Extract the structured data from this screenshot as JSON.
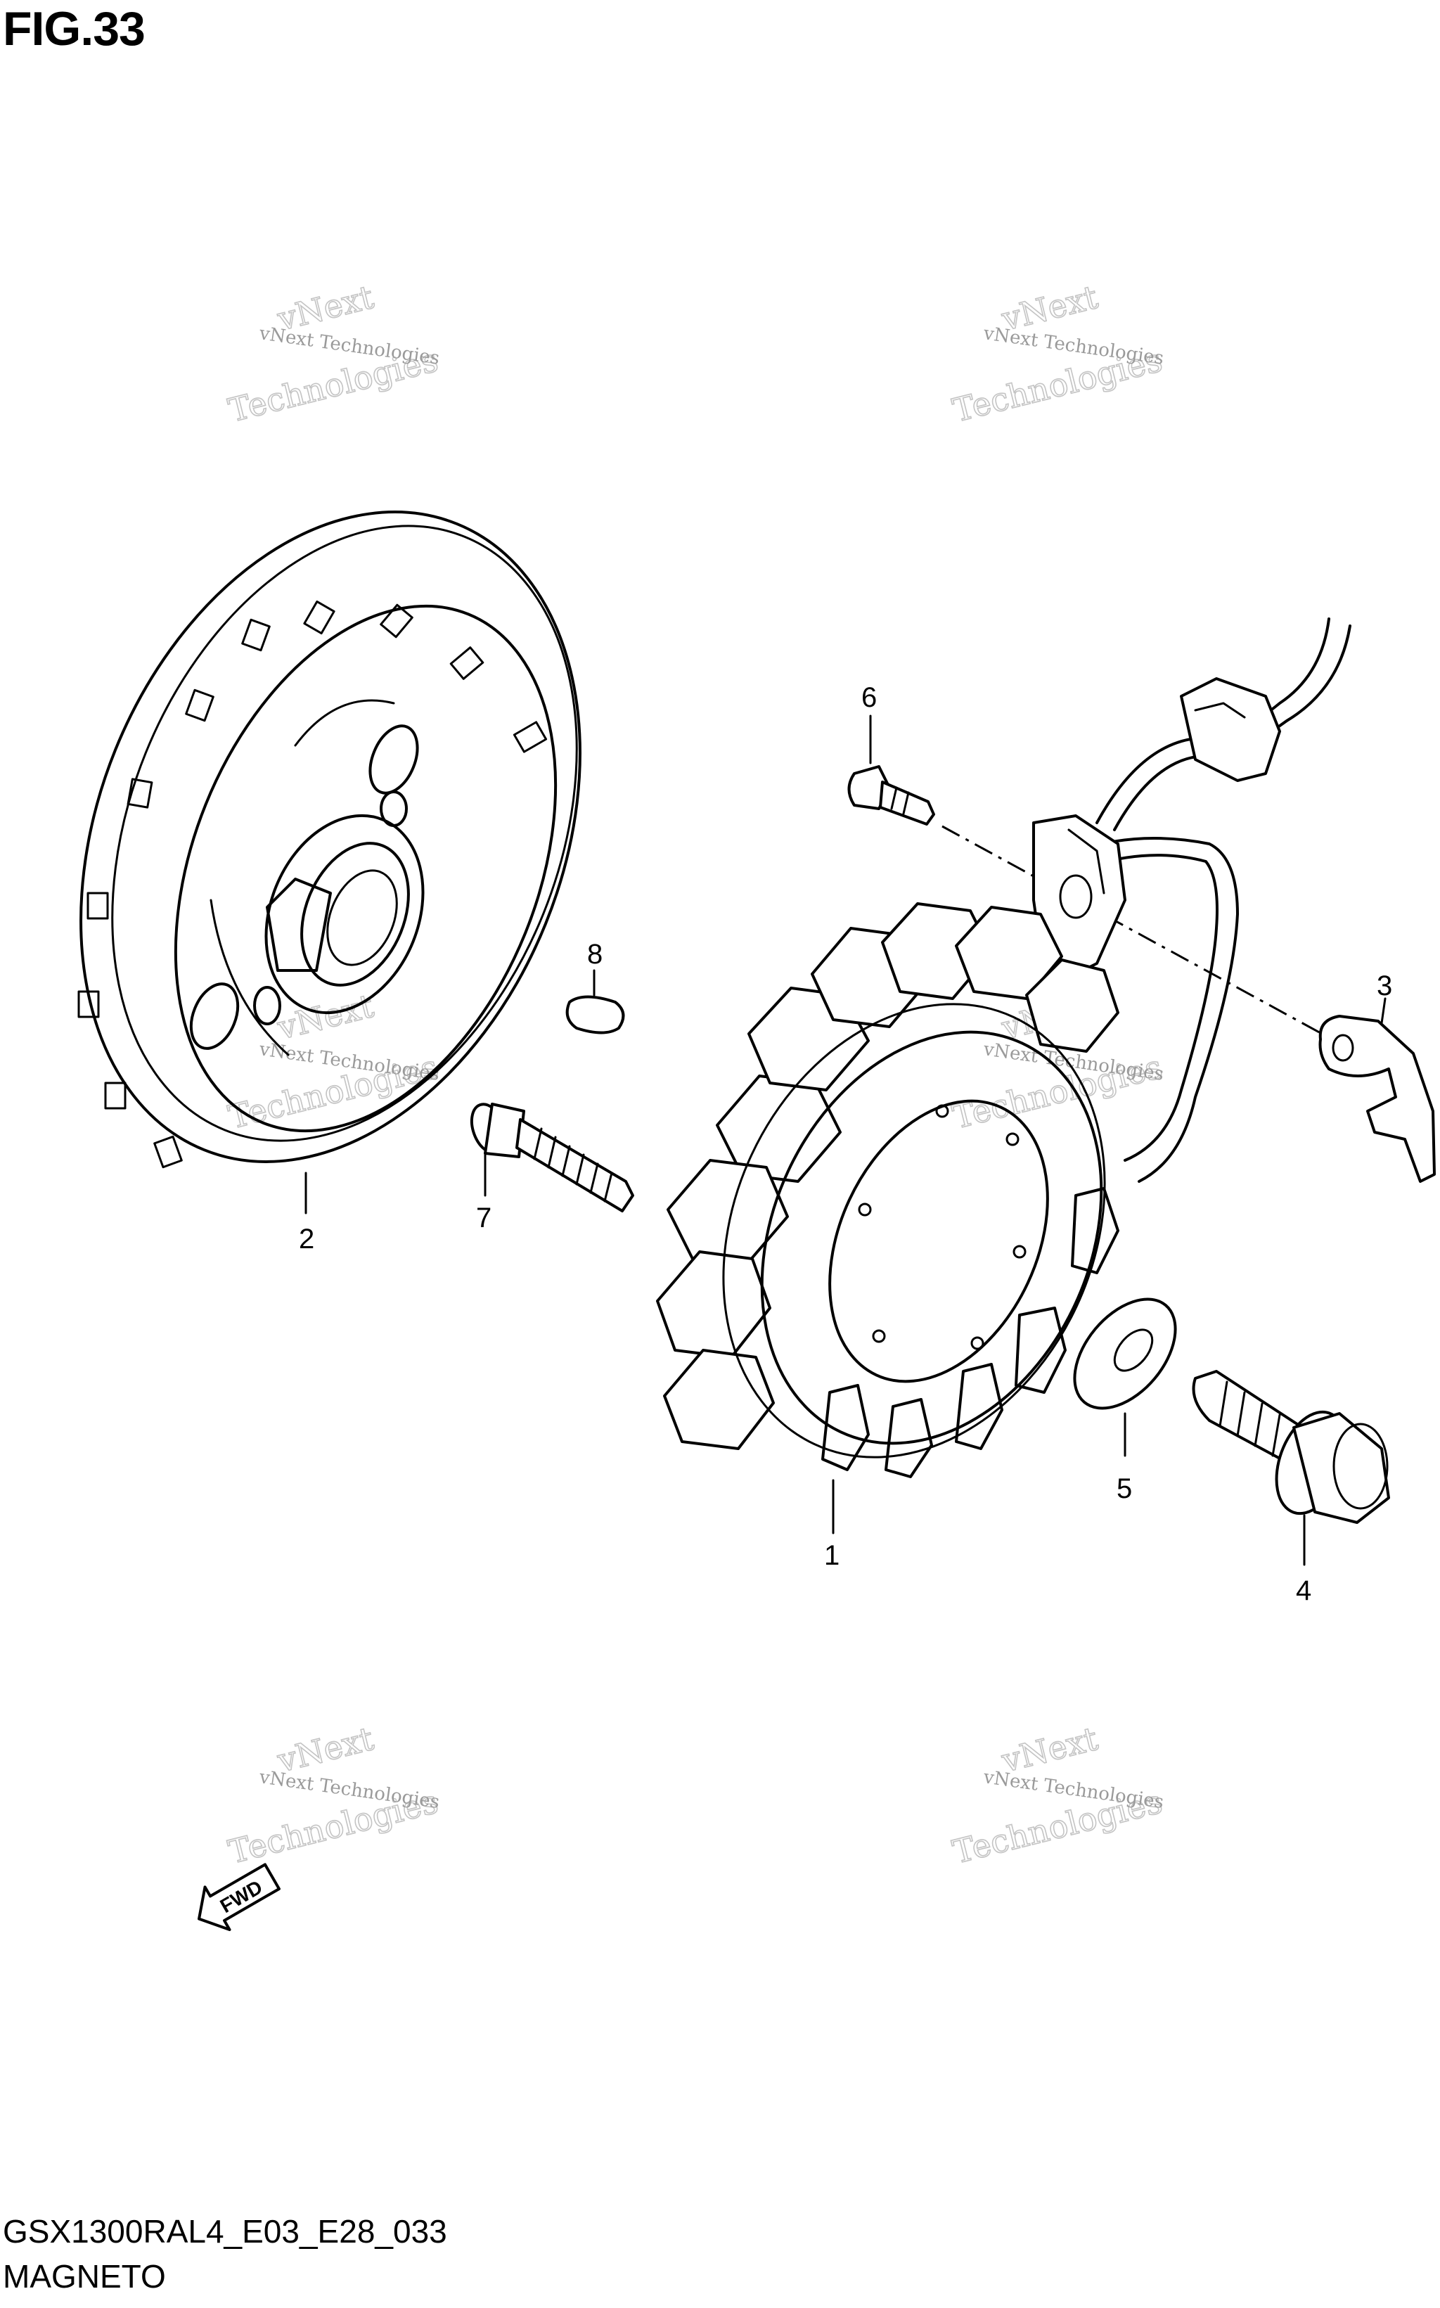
{
  "figure": {
    "title": "FIG.33"
  },
  "drawing": {
    "code": "GSX1300RAL4_E03_E28_033",
    "name": "MAGNETO"
  },
  "watermark": {
    "line1": "vNext Technologies",
    "line2": "vNext",
    "line3": "Technologies"
  },
  "fwd_arrow": {
    "label": "FWD"
  },
  "callouts": {
    "part_1": "1",
    "part_2": "2",
    "part_3": "3",
    "part_4": "4",
    "part_5": "5",
    "part_6": "6",
    "part_7": "7",
    "part_8": "8"
  }
}
